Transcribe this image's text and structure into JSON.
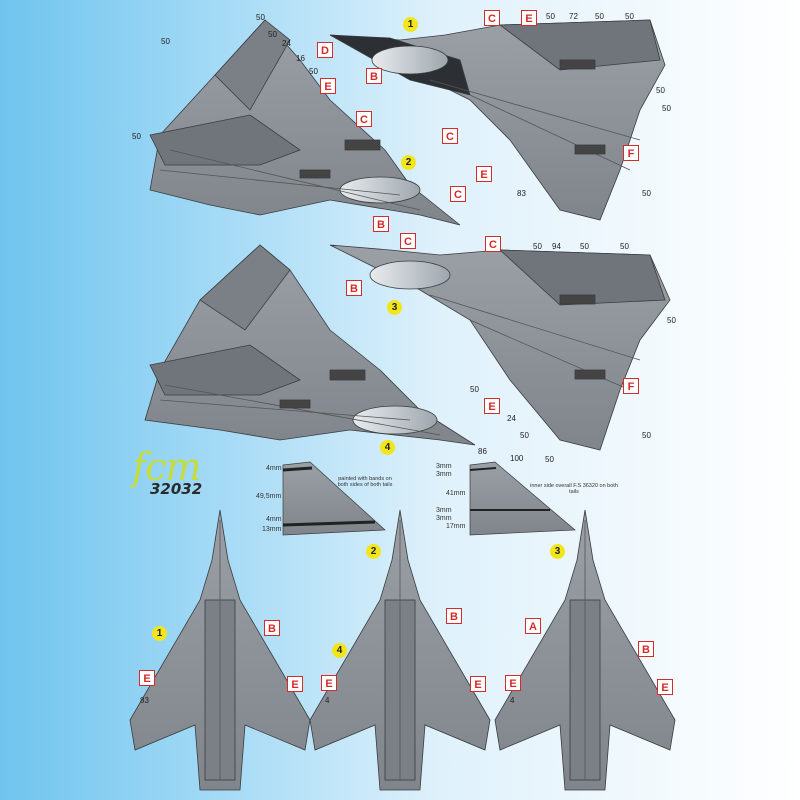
{
  "brand": {
    "name": "fcm",
    "code": "32032"
  },
  "tail_notes": {
    "left": "painted with bands on both sides of both tails",
    "right": "inner side overall F.S 36320 on both tails"
  },
  "tail_dims": {
    "left": [
      "4mm",
      "49,5mm",
      "4mm",
      "13mm"
    ],
    "right": [
      "3mm",
      "3mm",
      "41mm",
      "3mm",
      "3mm",
      "17mm"
    ]
  },
  "profile_numbers": [
    "1",
    "2",
    "3",
    "4"
  ],
  "decal_labels": [
    "A",
    "B",
    "C",
    "D",
    "E",
    "F"
  ],
  "stencil_numbers": [
    "50",
    "24",
    "16",
    "72",
    "83",
    "94",
    "100",
    "86",
    "4"
  ],
  "colors": {
    "aircraft_grey": "#8a8f95",
    "label_red": "#d42b2b",
    "badge_yellow": "#f2e61a"
  }
}
